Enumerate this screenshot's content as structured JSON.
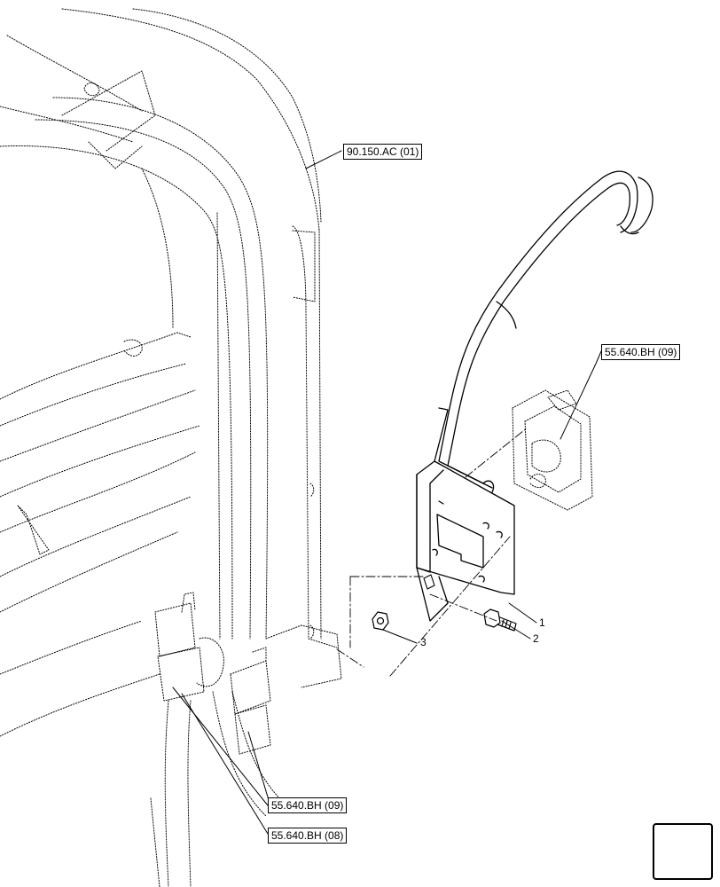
{
  "callouts": {
    "cab_ref": "90.150.AC (01)",
    "socket_ref": "55.640.BH (09)",
    "harness_ref_a": "55.640.BH (09)",
    "harness_ref_b": "55.640.BH (08)"
  },
  "parts": {
    "bracket": "1",
    "bolt": "2",
    "nut": "3"
  },
  "icons": {
    "nav": "arrow-southwest-icon"
  }
}
